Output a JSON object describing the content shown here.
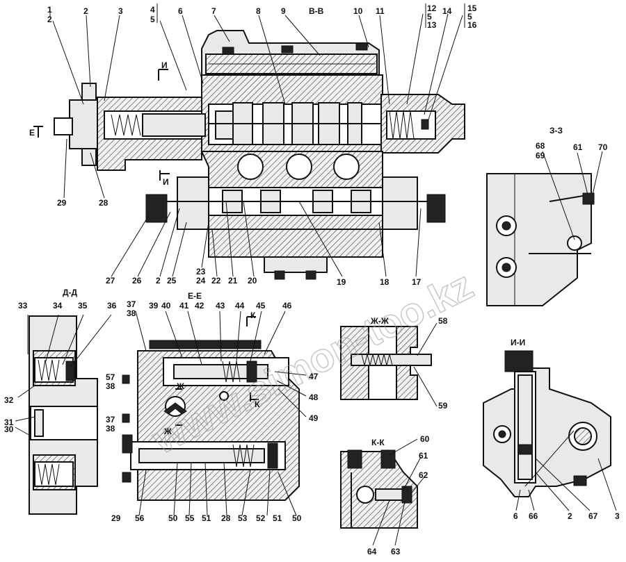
{
  "watermark": "www.simon-too.kz",
  "sections": {
    "bb": "В-В",
    "zz": "З-З",
    "dd": "Д-Д",
    "ee": "Е-Е",
    "zhzh": "Ж-Ж",
    "ii": "И-И",
    "kk": "К-К"
  },
  "markers": {
    "e_left": "Е",
    "i_top": "И",
    "i_bottom": "И",
    "k_top": "К",
    "k_bottom": "К",
    "zh_top": "Ж",
    "zh_bottom": "Ж"
  },
  "callouts": {
    "c1": "1",
    "c2": "2",
    "c3": "3",
    "c4": "4",
    "c5": "5",
    "c6": "6",
    "c7": "7",
    "c8": "8",
    "c9": "9",
    "c10": "10",
    "c11": "11",
    "c12": "12",
    "c5b": "5",
    "c13": "13",
    "c14": "14",
    "c15": "15",
    "c5c": "5",
    "c16": "16",
    "c29a": "29",
    "c28a": "28",
    "c27": "27",
    "c26": "26",
    "c2b": "2",
    "c25": "25",
    "c23": "23",
    "c24": "24",
    "c22": "22",
    "c21": "21",
    "c20": "20",
    "c19": "19",
    "c18": "18",
    "c17": "17",
    "c68": "68",
    "c69": "69",
    "c61a": "61",
    "c70": "70",
    "c33": "33",
    "c34": "34",
    "c35": "35",
    "c36": "36",
    "c37a": "37",
    "c38a": "38",
    "c39": "39",
    "c40": "40",
    "c41": "41",
    "c42": "42",
    "c43": "43",
    "c44": "44",
    "c45": "45",
    "c46": "46",
    "c47": "47",
    "c48": "48",
    "c49": "49",
    "c32": "32",
    "c31": "31",
    "c30": "30",
    "c57": "57",
    "c38b": "38",
    "c37b": "37",
    "c38c": "38",
    "c29b": "29",
    "c56": "56",
    "c50a": "50",
    "c55": "55",
    "c51a": "51",
    "c28b": "28",
    "c53": "53",
    "c52": "52",
    "c51b": "51",
    "c50b": "50",
    "c58": "58",
    "c59": "59",
    "c60": "60",
    "c61b": "61",
    "c62": "62",
    "c64": "64",
    "c63": "63",
    "c6b": "6",
    "c66": "66",
    "c2c": "2",
    "c67": "67",
    "c3b": "3"
  }
}
